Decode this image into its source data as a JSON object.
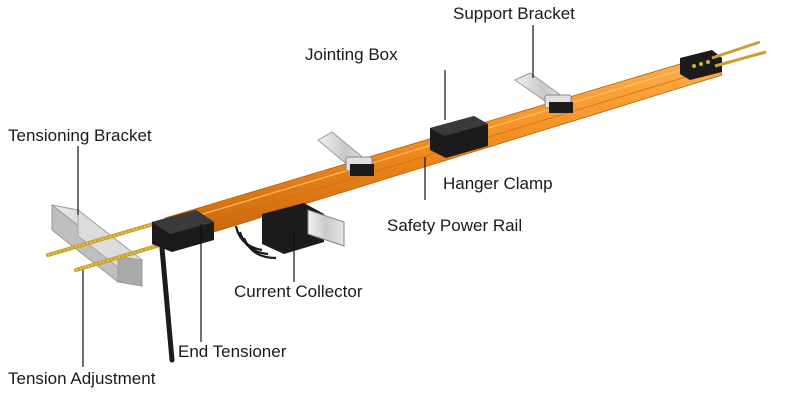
{
  "labels": {
    "support_bracket": "Support Bracket",
    "jointing_box": "Jointing Box",
    "tensioning_bracket": "Tensioning Bracket",
    "hanger_clamp": "Hanger Clamp",
    "safety_power_rail": "Safety Power Rail",
    "current_collector": "Current Collector",
    "end_tensioner": "End Tensioner",
    "tension_adjustment": "Tension Adjustment"
  },
  "colors": {
    "rail": "#f08a1c",
    "rail_dark": "#c8650c",
    "rail_light": "#ffb04a",
    "component": "#1b1b1b",
    "bracket": "#d8d8d8",
    "brass": "#d4b13a"
  }
}
